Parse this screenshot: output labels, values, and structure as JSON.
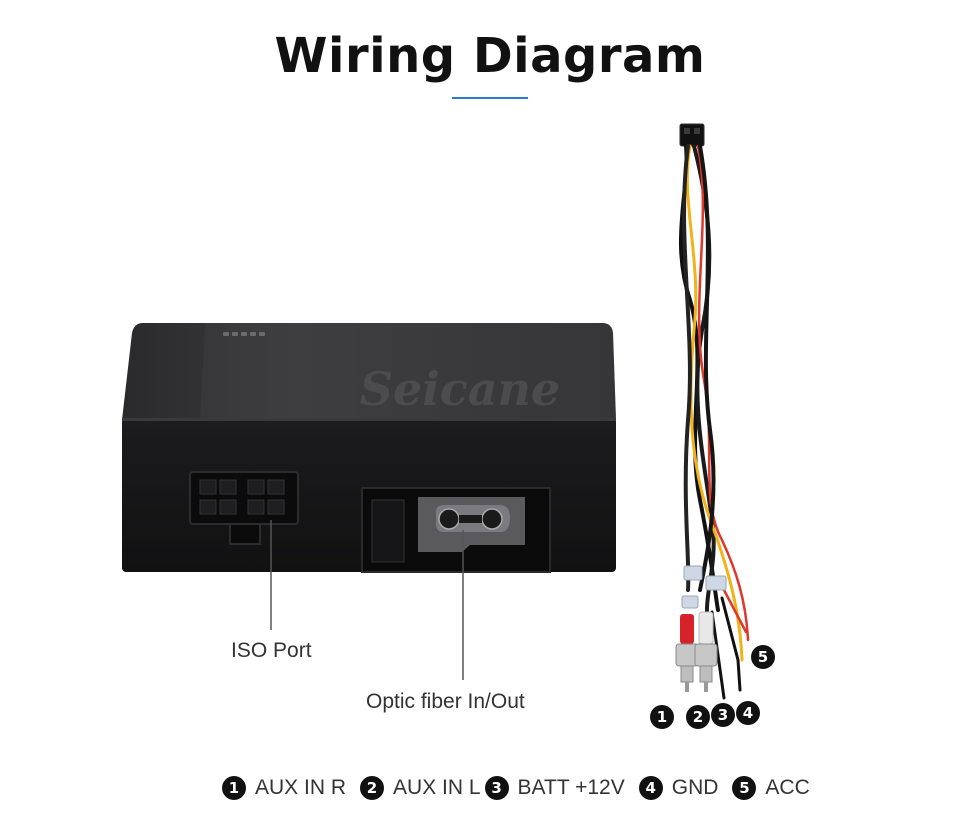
{
  "header": {
    "title": "Wiring Diagram"
  },
  "device": {
    "brand": "Seicane"
  },
  "callouts": {
    "iso_port": "ISO Port",
    "optic_fiber": "Optic fiber In/Out"
  },
  "badges": [
    "1",
    "2",
    "3",
    "4",
    "5"
  ],
  "legend": [
    {
      "num": "1",
      "label": "AUX IN R"
    },
    {
      "num": "2",
      "label": "AUX IN L"
    },
    {
      "num": "3",
      "label": "BATT +12V"
    },
    {
      "num": "4",
      "label": "GND"
    },
    {
      "num": "5",
      "label": "ACC"
    }
  ],
  "colors": {
    "accent": "#2b7bd6",
    "wire_yellow": "#f2b21a",
    "wire_red": "#e0372b",
    "rca_red": "#d6232a",
    "rca_white": "#e8e8e8"
  }
}
